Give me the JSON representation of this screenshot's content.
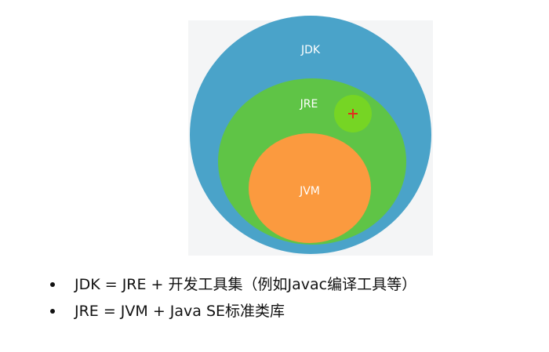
{
  "diagram": {
    "circles": [
      {
        "key": "jdk",
        "label": "JDK",
        "color": "#4aa3c9"
      },
      {
        "key": "jre",
        "label": "JRE",
        "color": "#5fc446"
      },
      {
        "key": "jvm",
        "label": "JVM",
        "color": "#fb9a3f"
      }
    ],
    "cursor": {
      "icon": "plus-cursor-icon",
      "highlight_color": "#7ad81e",
      "cross_color": "#e0301e"
    }
  },
  "bullets": [
    {
      "text": "JDK = JRE + 开发工具集（例如Javac编译工具等）"
    },
    {
      "text": "JRE = JVM + Java SE标准类库"
    }
  ]
}
